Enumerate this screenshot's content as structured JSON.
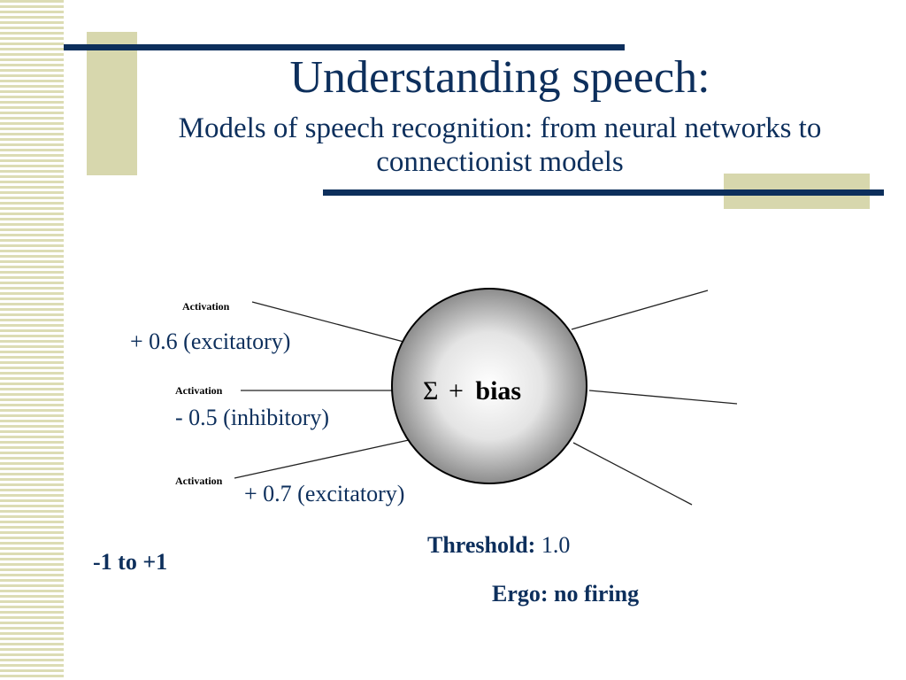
{
  "slide": {
    "title": "Understanding speech:",
    "subtitle": "Models of speech recognition: from neural networks to connectionist models"
  },
  "neuron": {
    "sigma_symbol": "Σ",
    "plus": "+",
    "bias_label": "bias"
  },
  "inputs": [
    {
      "activation_label": "Activation",
      "weight_text": "+ 0.6 (excitatory)"
    },
    {
      "activation_label": "Activation",
      "weight_text": "- 0.5 (inhibitory)"
    },
    {
      "activation_label": "Activation",
      "weight_text": "+ 0.7 (excitatory)"
    }
  ],
  "activation_range": "-1 to +1",
  "threshold": {
    "label": "Threshold:",
    "value": "1.0"
  },
  "conclusion": "Ergo: no firing",
  "colors": {
    "navy": "#0d2f5c",
    "tan": "#d7d7ad"
  }
}
